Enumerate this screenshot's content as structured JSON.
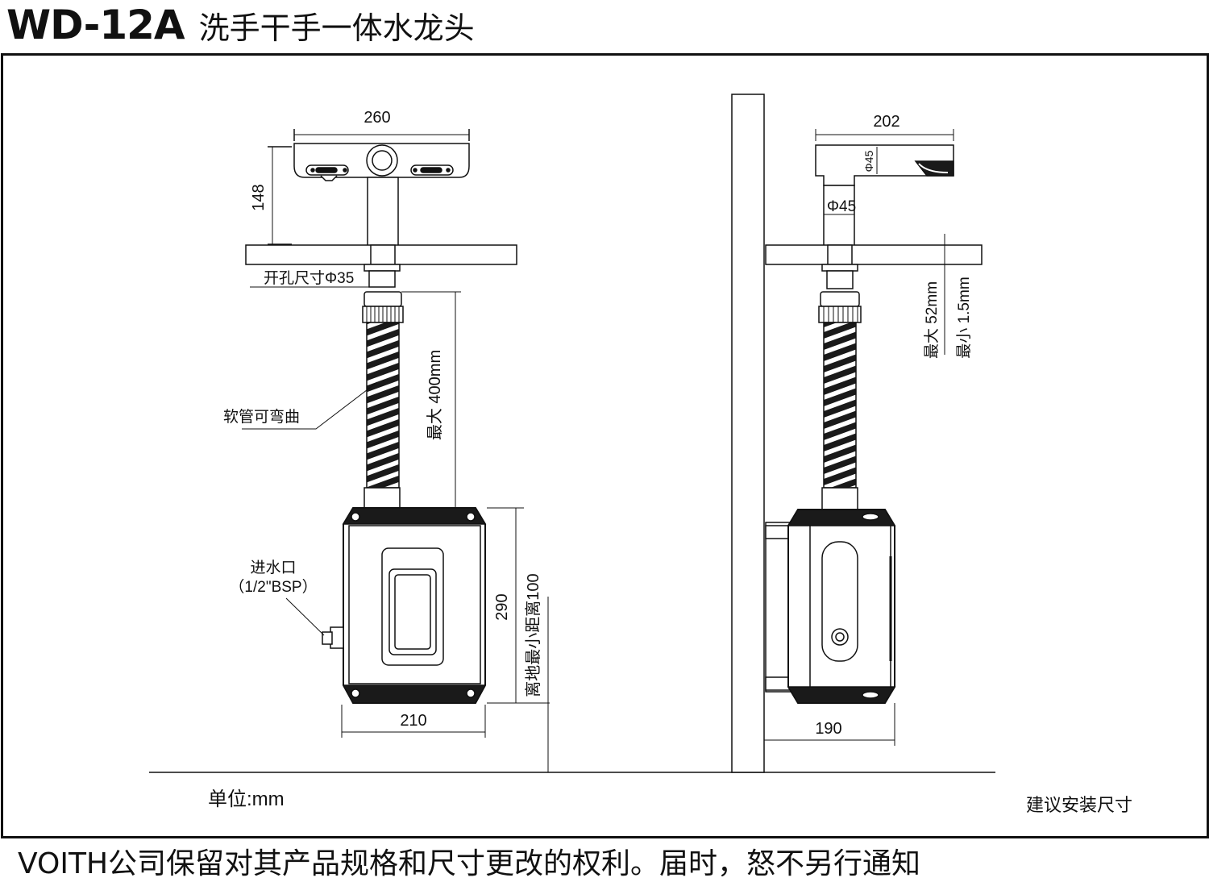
{
  "header": {
    "model": "WD-12A",
    "product_name": "洗手干手一体水龙头"
  },
  "front_view": {
    "dim_width_top": "260",
    "dim_height_top": "148",
    "hole_size": "开孔尺寸Φ35",
    "hose_note": "软管可弯曲",
    "dim_hose_max": "最大 400mm",
    "inlet_label": "进水口",
    "inlet_spec": "（1/2\"BSP）",
    "dim_box_height": "290",
    "dim_floor": "离地最小距离100",
    "dim_box_width": "210"
  },
  "side_view": {
    "dim_spout": "202",
    "dim_spout_dia": "Φ45",
    "dim_stem_dia": "Φ45",
    "dim_counter_max": "最大 52mm",
    "dim_counter_min": "最小 1.5mm",
    "dim_box_depth": "190",
    "caption": "建议安装尺寸"
  },
  "unit_label": "单位:mm",
  "footer_note": "VOITH公司保留对其产品规格和尺寸更改的权利。届时，怒不另行通知"
}
